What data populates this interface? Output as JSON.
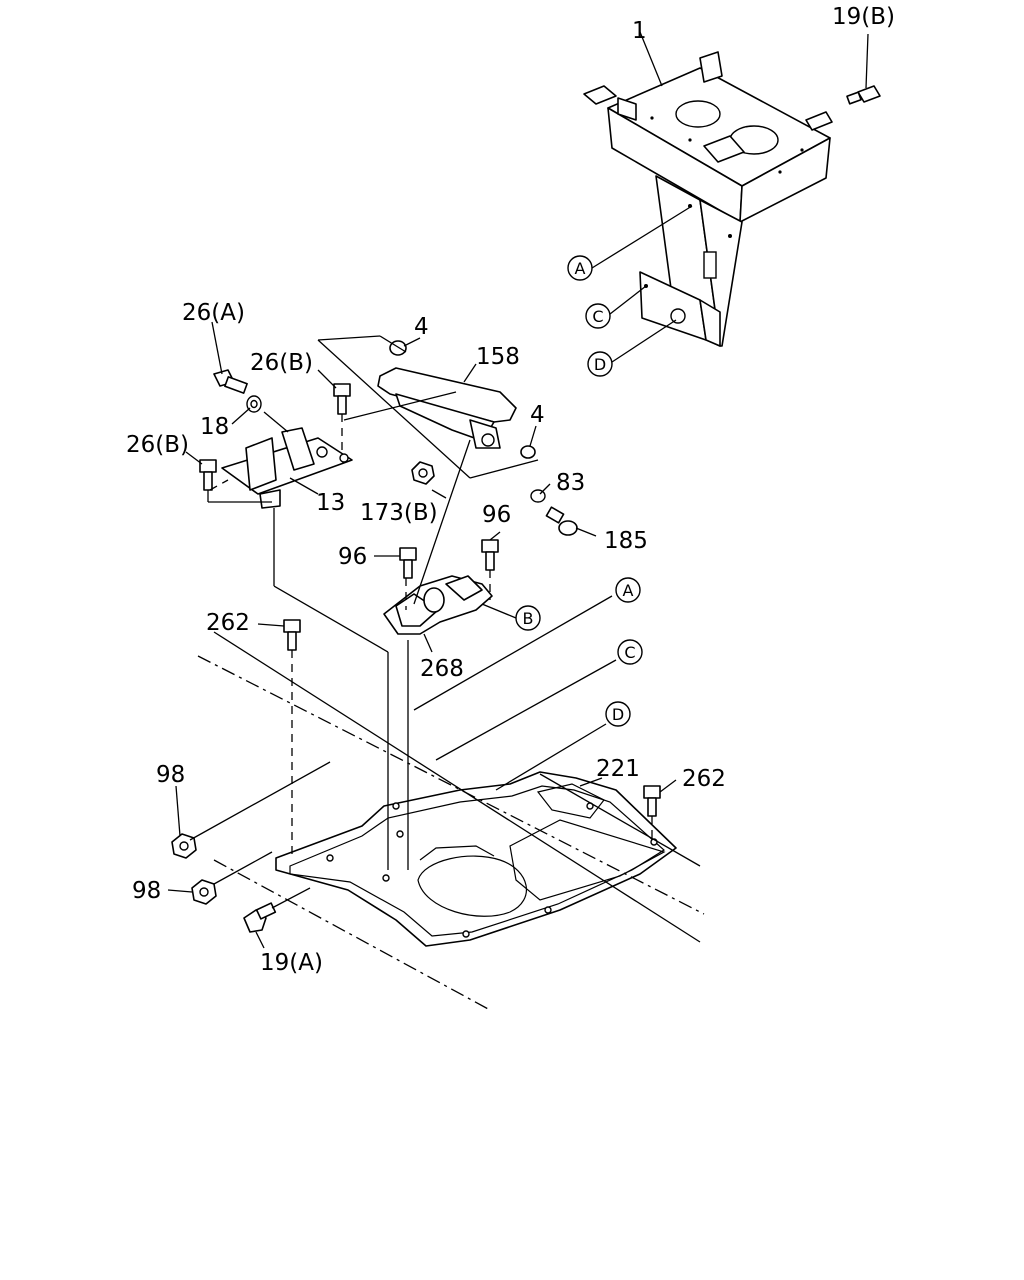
{
  "labels": {
    "p1": "1",
    "p19b": "19(B)",
    "p26a": "26(A)",
    "p26b_top": "26(B)",
    "p26b_left": "26(B)",
    "p4_top": "4",
    "p158": "158",
    "p4_right": "4",
    "p18": "18",
    "p13": "13",
    "p173b": "173(B)",
    "p83": "83",
    "p185": "185",
    "p96_right": "96",
    "p96_left": "96",
    "p262_left": "262",
    "p268": "268",
    "p221": "221",
    "p262_right": "262",
    "p98_top": "98",
    "p98_bottom": "98",
    "p19a": "19(A)"
  },
  "refs": {
    "A": "A",
    "B": "B",
    "C": "C",
    "D": "D"
  }
}
